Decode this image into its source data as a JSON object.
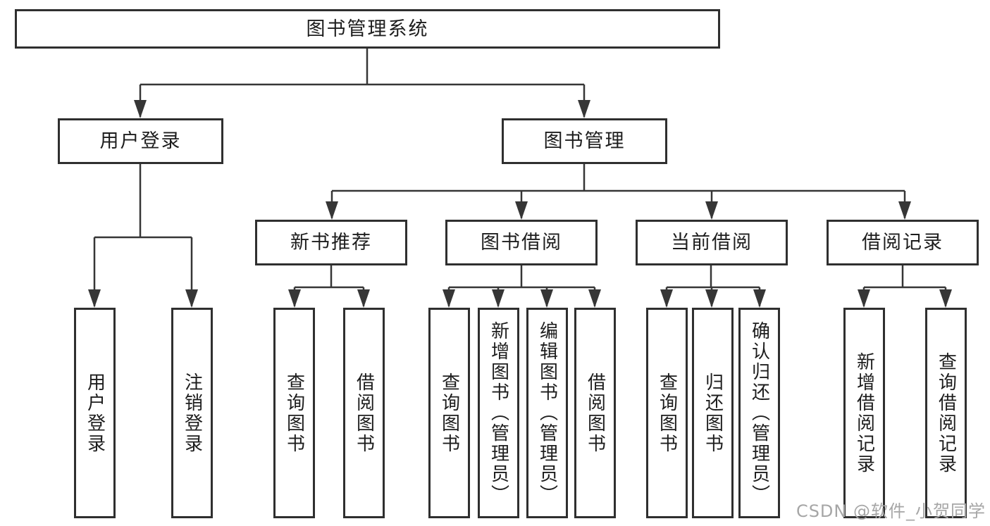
{
  "diagram": {
    "type": "hierarchy-tree",
    "colors": {
      "line": "#363636",
      "box_border": "#2f2f2f",
      "text": "#1d1d1d",
      "watermark": "#a6a6a6",
      "background": "#ffffff"
    },
    "tree": {
      "root": "图书管理系统",
      "branches": [
        {
          "label": "用户登录",
          "children": [
            "用户登录",
            "注销登录"
          ]
        },
        {
          "label": "图书管理",
          "groups": [
            {
              "label": "新书推荐",
              "children": [
                "查询图书",
                "借阅图书"
              ]
            },
            {
              "label": "图书借阅",
              "children": [
                "查询图书",
                "新增图书（管理员）",
                "编辑图书（管理员）",
                "借阅图书"
              ]
            },
            {
              "label": "当前借阅",
              "children": [
                "查询图书",
                "归还图书",
                "确认归还（管理员）"
              ]
            },
            {
              "label": "借阅记录",
              "children": [
                "新增借阅记录",
                "查询借阅记录"
              ]
            }
          ]
        }
      ]
    },
    "watermark": "CSDN @软件_小贺同学"
  }
}
